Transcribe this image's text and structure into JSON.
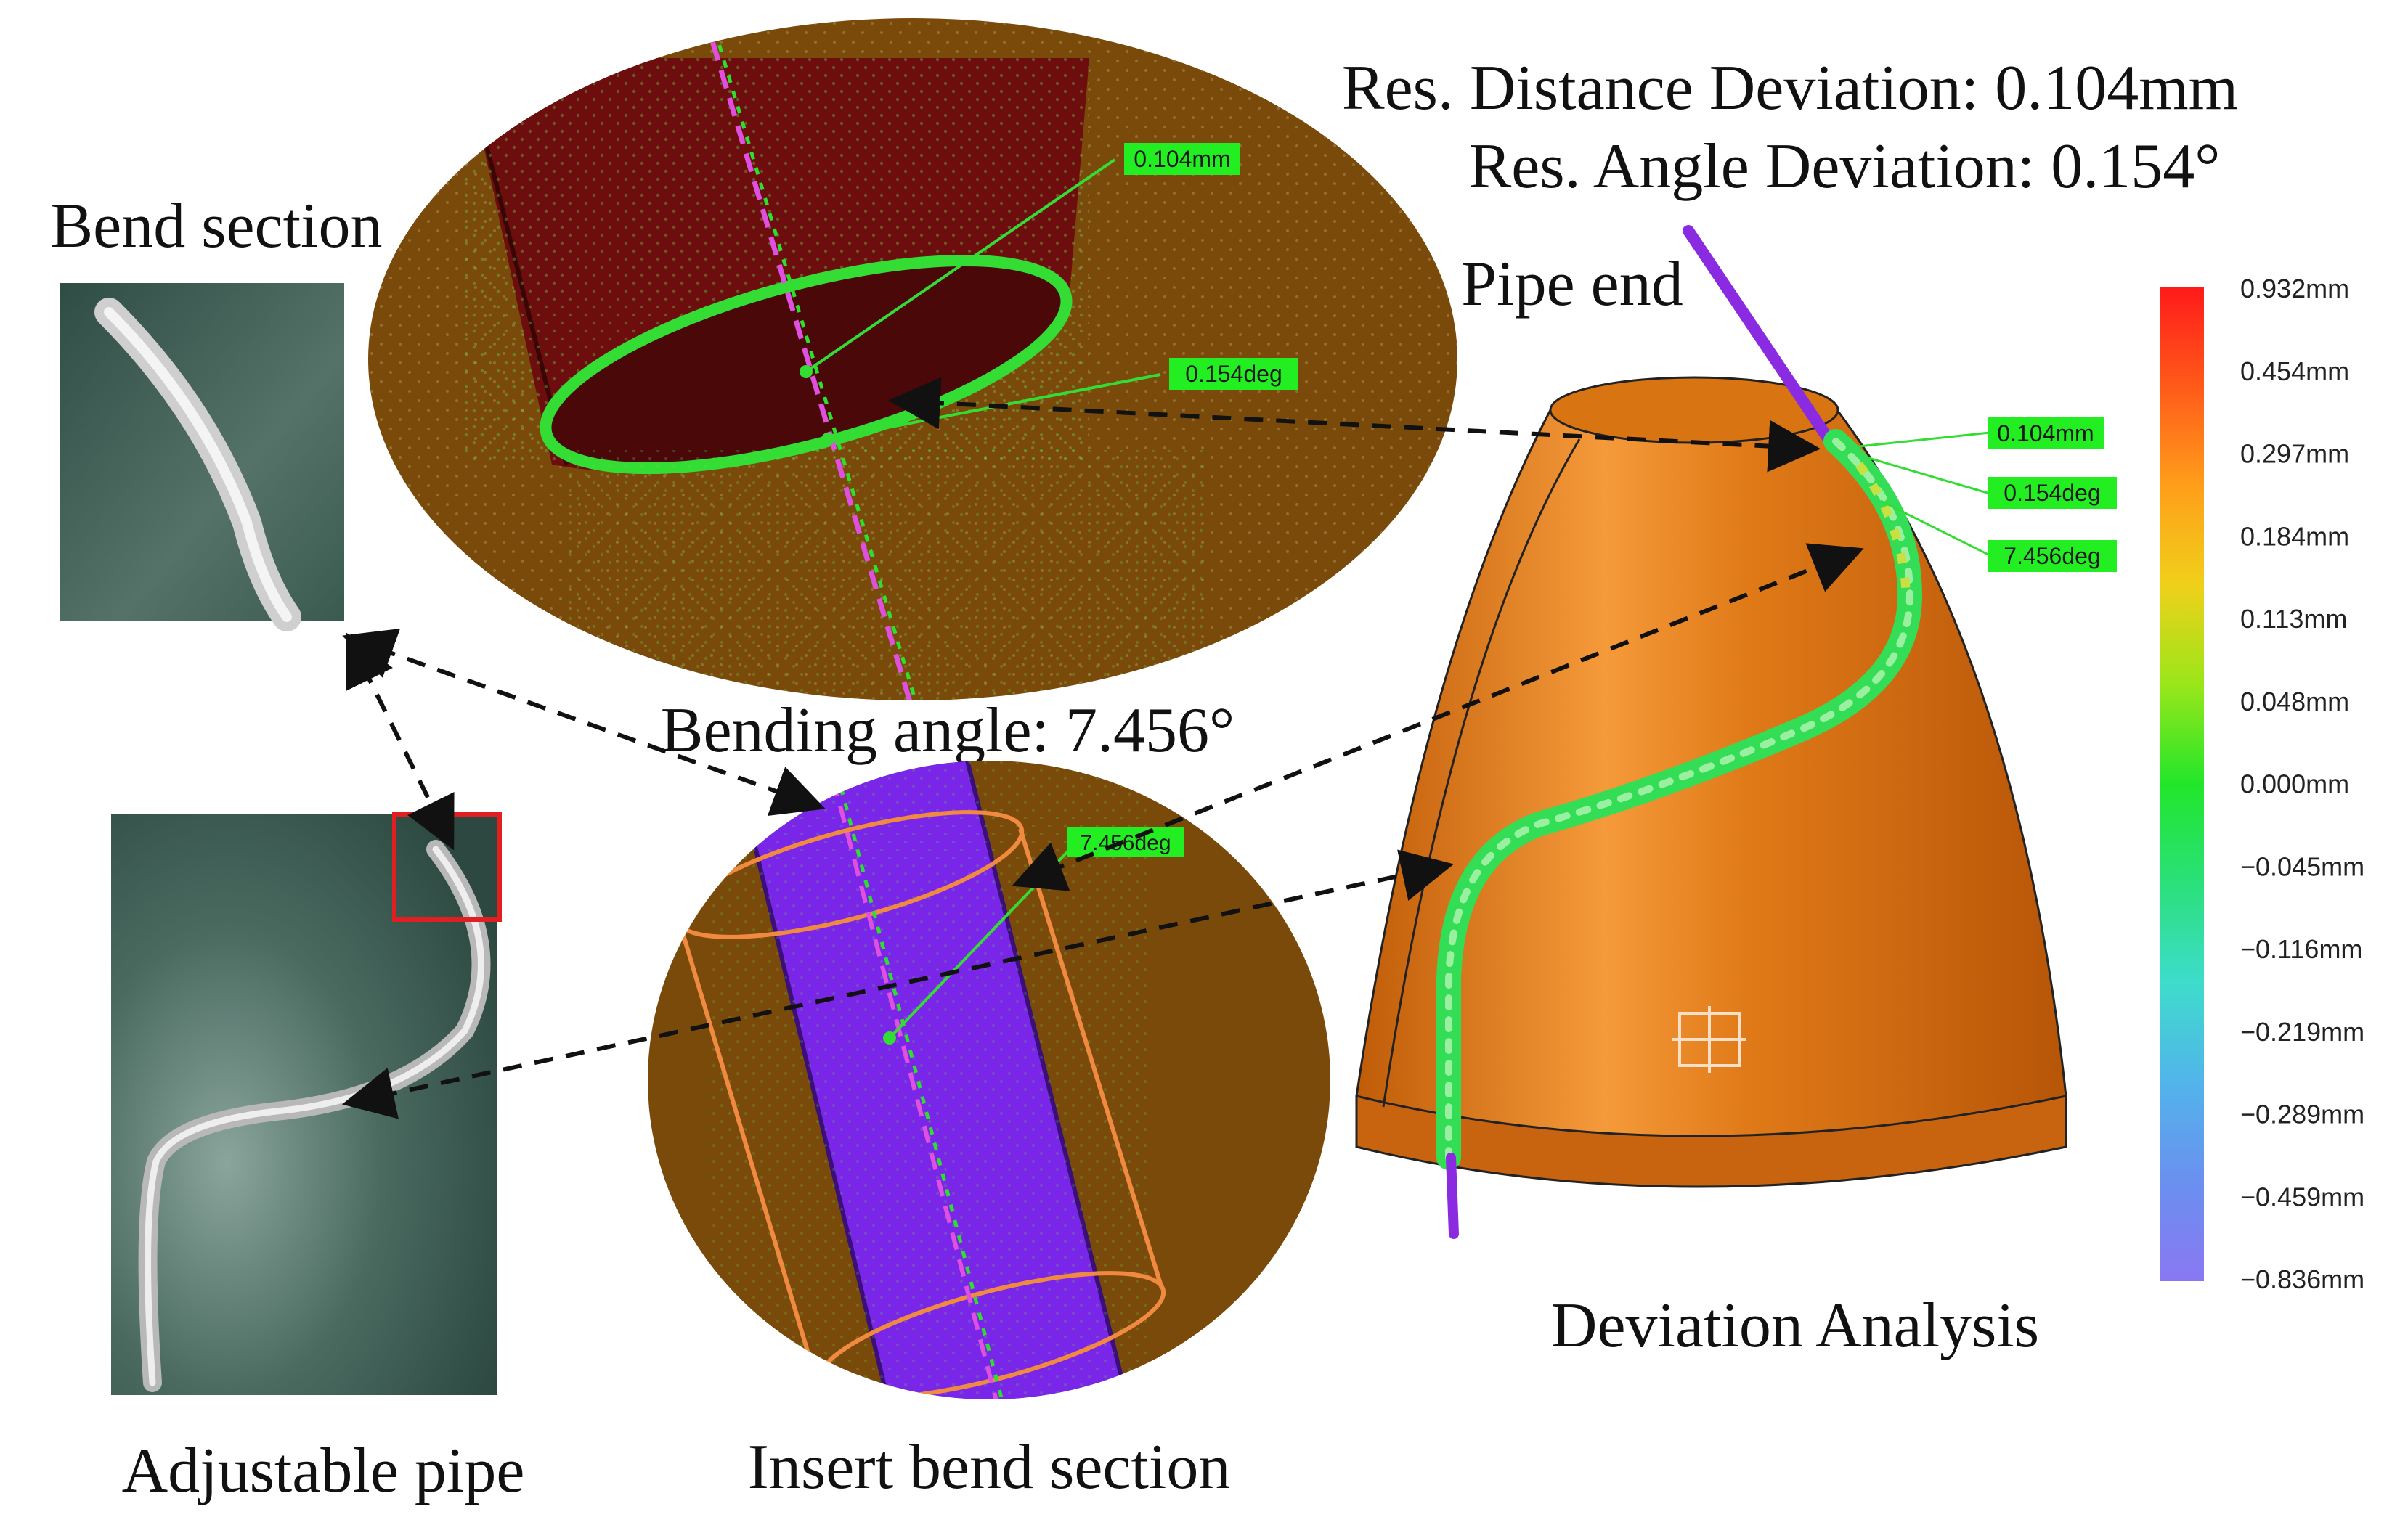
{
  "labels": {
    "res_distance": "Res. Distance Deviation: 0.104mm",
    "res_angle": "Res. Angle Deviation: 0.154°",
    "bend_section": "Bend section",
    "pipe_end": "Pipe end",
    "bending_angle": "Bending angle: 7.456°",
    "adjustable_pipe": "Adjustable pipe",
    "insert_bend_section": "Insert bend section",
    "deviation_analysis": "Deviation Analysis"
  },
  "tags": {
    "top_distance": "0.104mm",
    "top_angle": "0.154deg",
    "bottom_angle": "7.456deg",
    "model_distance": "0.104mm",
    "model_angle": "0.154deg",
    "model_bend": "7.456deg"
  },
  "color_scale": {
    "ticks": [
      "0.932mm",
      "0.454mm",
      "0.297mm",
      "0.184mm",
      "0.113mm",
      "0.048mm",
      "0.000mm",
      "−0.045mm",
      "−0.116mm",
      "−0.219mm",
      "−0.289mm",
      "−0.459mm",
      "−0.836mm"
    ],
    "gradient": [
      "#ff1a1a",
      "#ff6a1a",
      "#ffb01a",
      "#e6e61a",
      "#8ee61a",
      "#22e62a",
      "#28e088",
      "#40e0d0",
      "#50b8e8",
      "#6a8cf0",
      "#8878f0"
    ]
  },
  "colors": {
    "cone": "#d96f10",
    "cone_light": "#f4a040",
    "brown_bg": "#7a4a0a",
    "dark_red_pipe": "#6e0d0d",
    "purple_pipe": "#7a26e8",
    "green_marker": "#28e028",
    "photo_bg": "#3c5a50"
  }
}
